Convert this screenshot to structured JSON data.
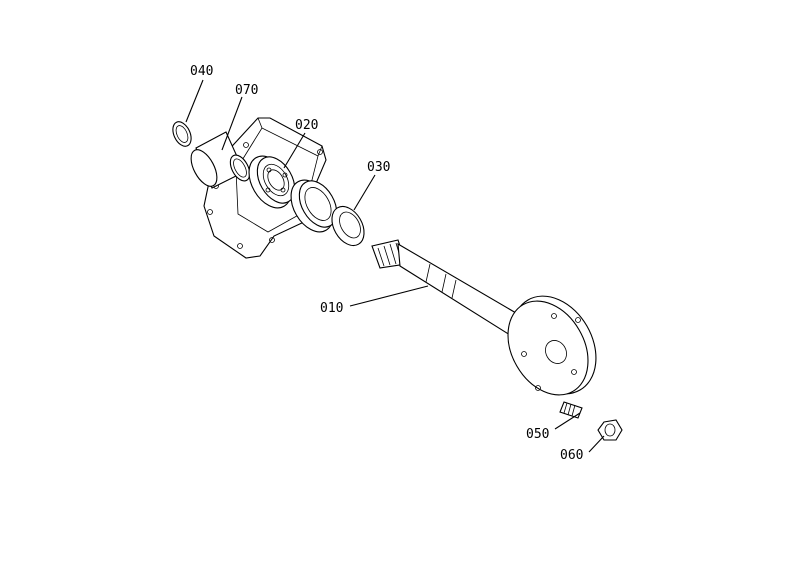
{
  "parts": [
    {
      "id": "p010",
      "label": "010"
    },
    {
      "id": "p020",
      "label": "020"
    },
    {
      "id": "p030",
      "label": "030"
    },
    {
      "id": "p040",
      "label": "040"
    },
    {
      "id": "p050",
      "label": "050"
    },
    {
      "id": "p060",
      "label": "060"
    },
    {
      "id": "p070",
      "label": "070"
    }
  ]
}
